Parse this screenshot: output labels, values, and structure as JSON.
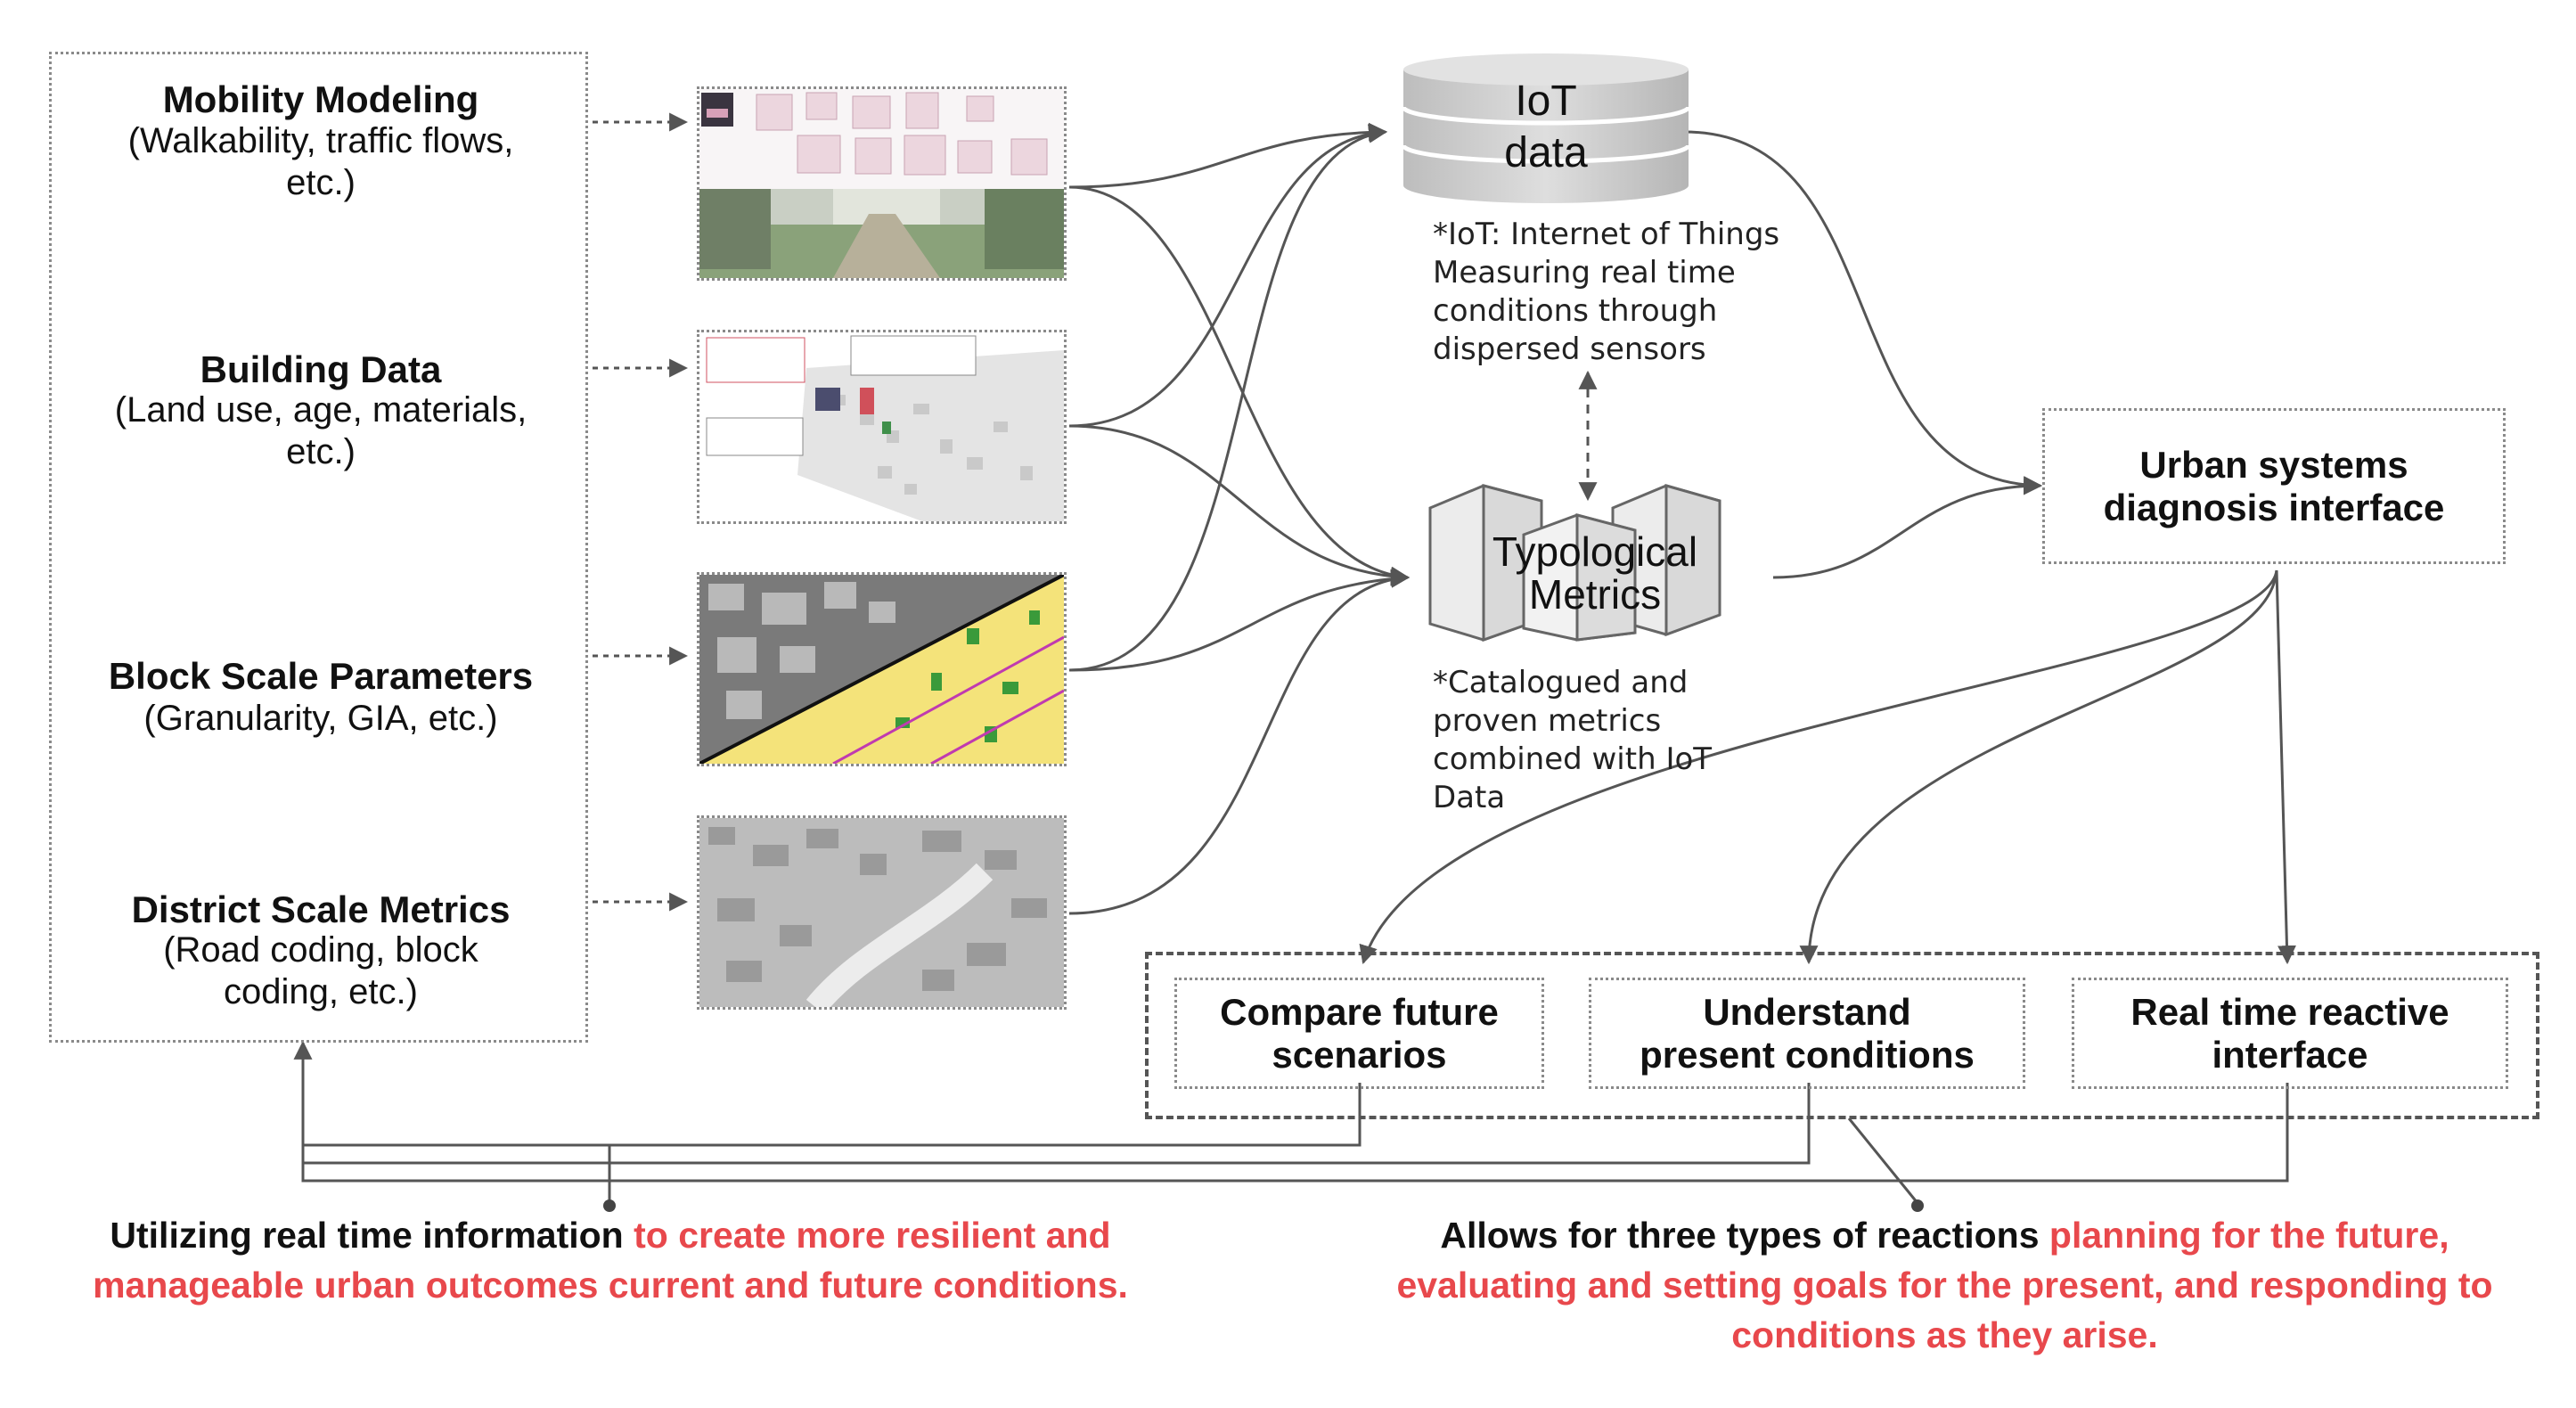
{
  "sources": [
    {
      "title": "Mobility Modeling",
      "subtitle": "(Walkability, traffic flows,\netc.)",
      "thumbnail": "mobility-collage-and-street-photo"
    },
    {
      "title": "Building Data",
      "subtitle": "(Land use, age, materials,\netc.)",
      "thumbnail": "building-3d-map"
    },
    {
      "title": "Block Scale Parameters",
      "subtitle": "(Granularity, GIA, etc.)",
      "thumbnail": "block-3d-and-zoning-map"
    },
    {
      "title": "District Scale Metrics",
      "subtitle": "(Road coding, block\ncoding, etc.)",
      "thumbnail": "district-3d-model"
    }
  ],
  "iot": {
    "label_line1": "IoT",
    "label_line2": "data",
    "note": "*IoT: Internet of Things\nMeasuring real time\nconditions through\ndispersed sensors",
    "icon": "database-cylinder-icon"
  },
  "typological": {
    "label_line1": "Typological",
    "label_line2": "Metrics",
    "note": "*Catalogued and\nproven metrics\ncombined with IoT\nData",
    "icon": "building-blocks-icon"
  },
  "interface": {
    "label": "Urban systems\ndiagnosis interface"
  },
  "outputs": [
    {
      "label": "Compare future\nscenarios"
    },
    {
      "label": "Understand\npresent conditions"
    },
    {
      "label": "Real time reactive\ninterface"
    }
  ],
  "bottom_left": {
    "black": "Utilizing real time information ",
    "red": "to create more resilient and manageable urban outcomes current and future conditions."
  },
  "bottom_right": {
    "black": "Allows for three types of reactions ",
    "red": "planning for the future, evaluating and setting goals for the present, and responding to conditions as they arise."
  },
  "colors": {
    "highlight": "#e8484c",
    "text": "#111111",
    "line": "#555555"
  }
}
